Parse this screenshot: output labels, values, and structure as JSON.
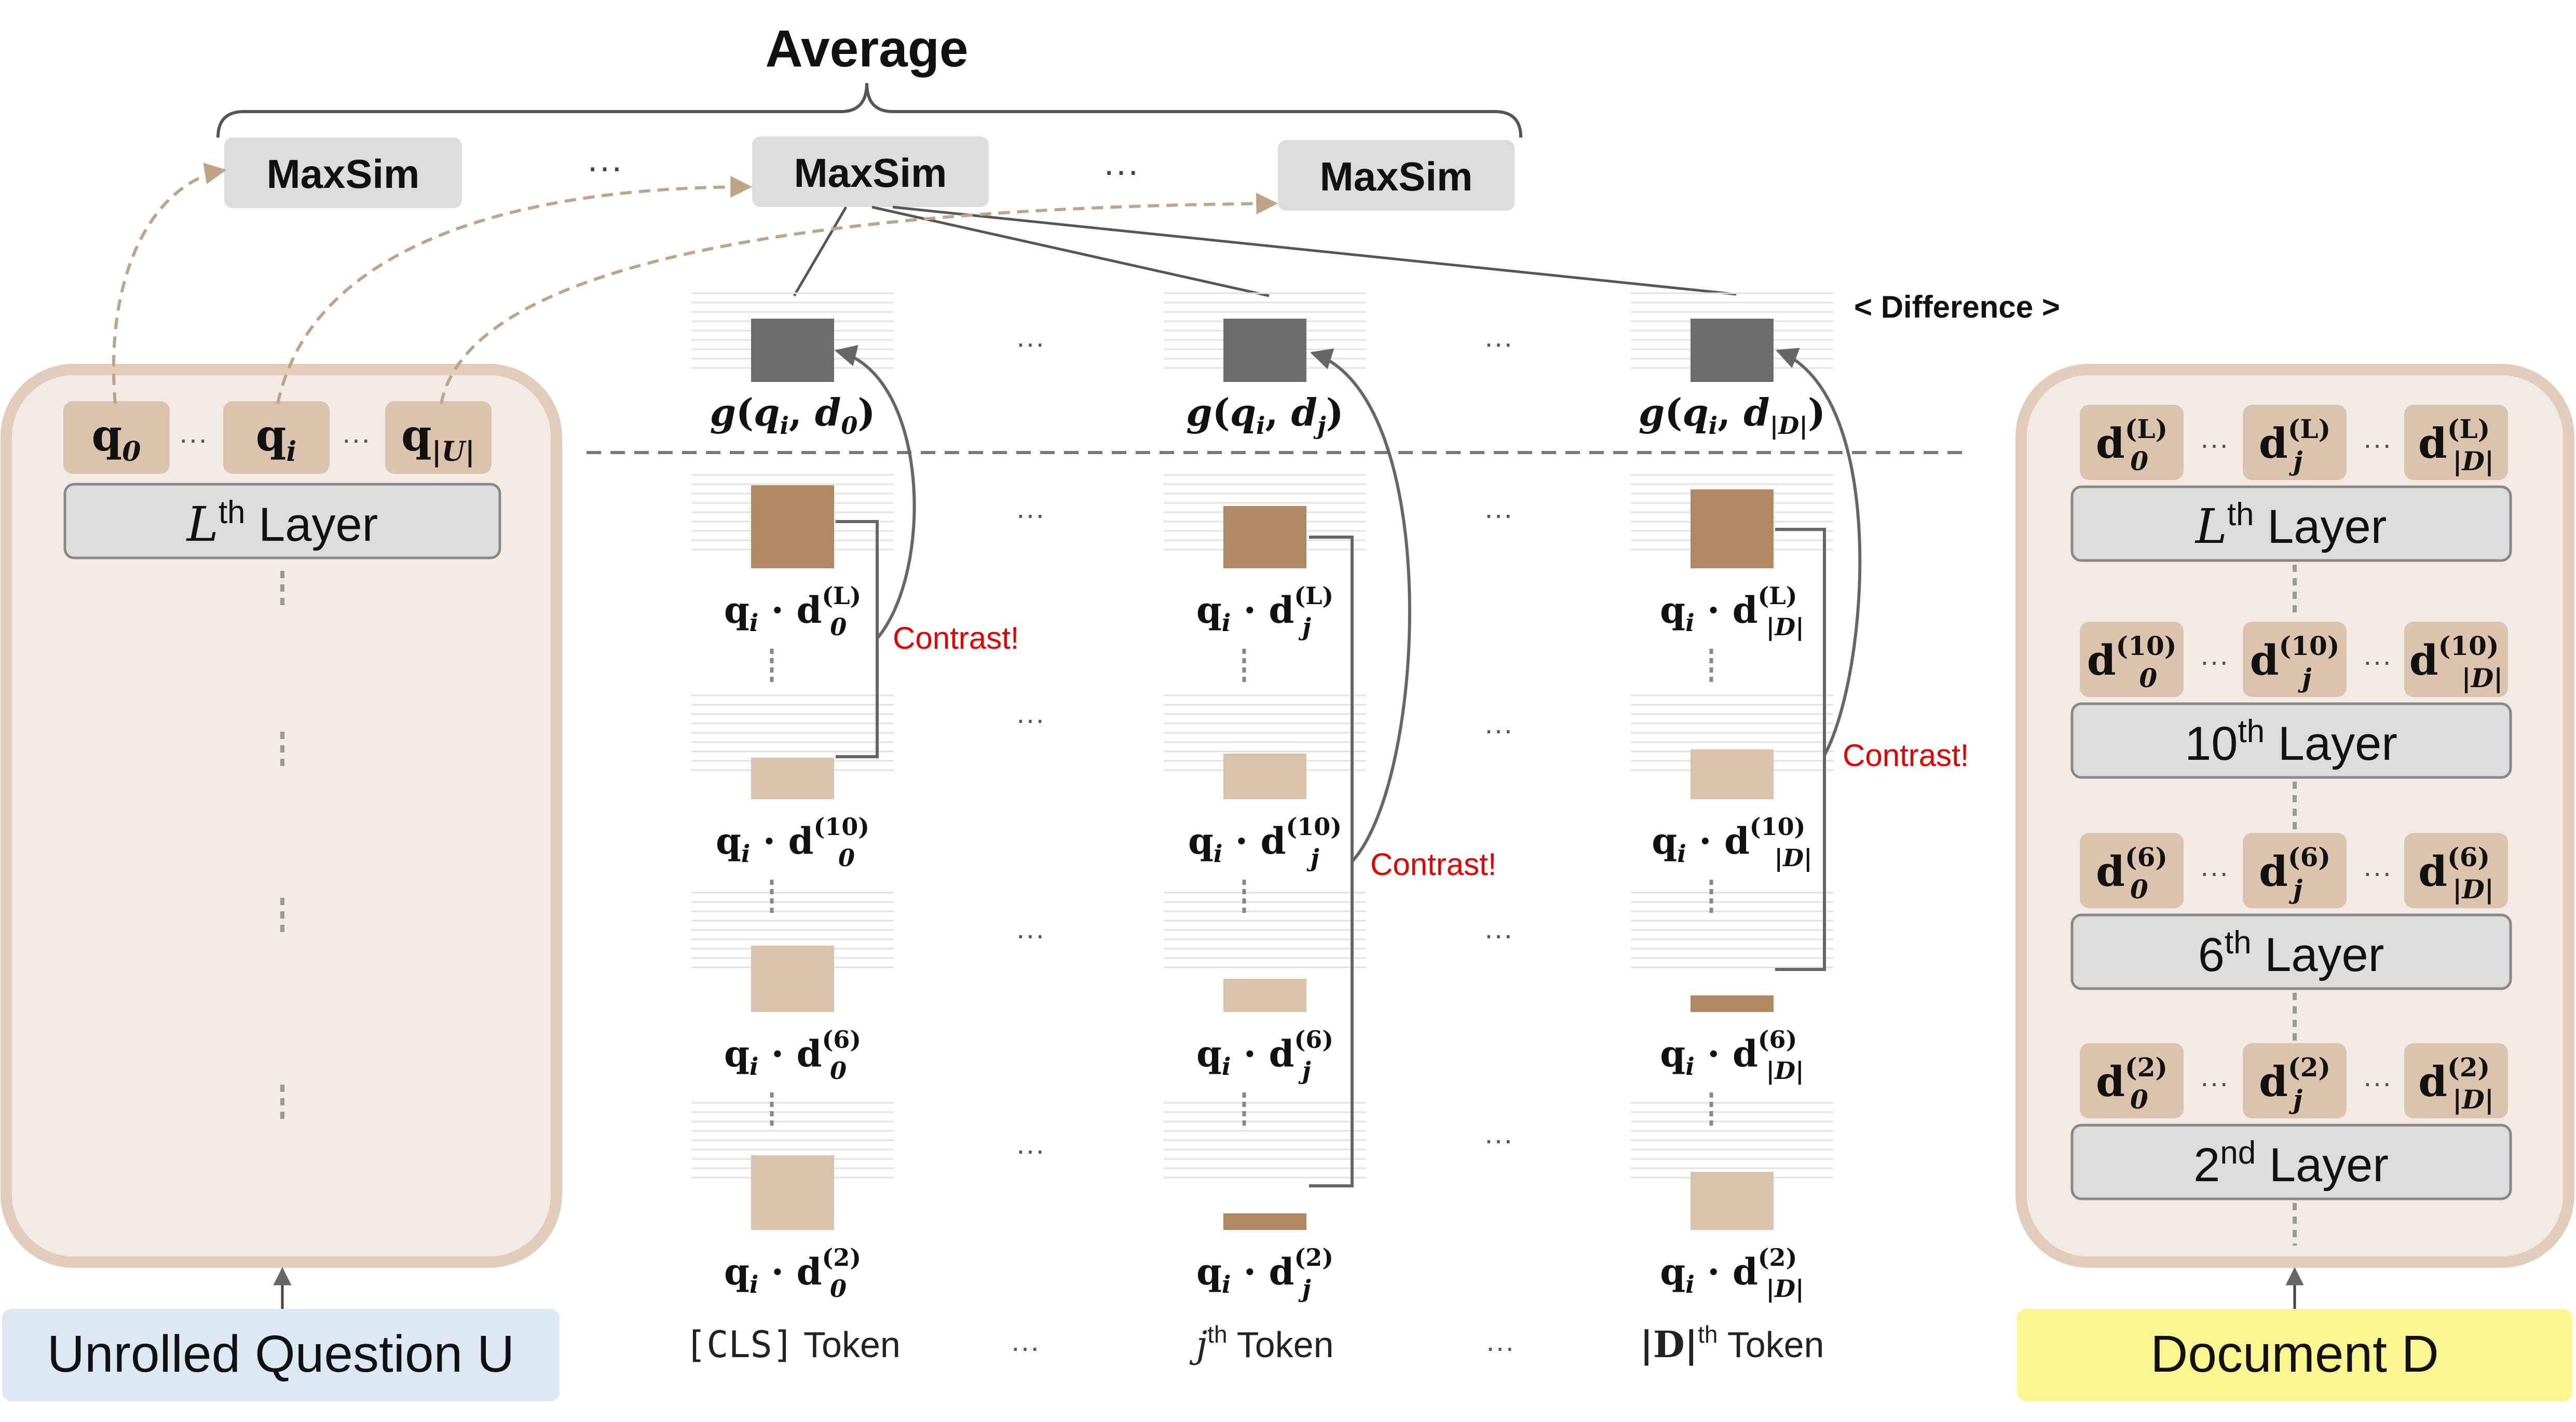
{
  "title": "Average",
  "maxsim_label": "MaxSim",
  "difference_label": "< Difference >",
  "contrast_label": "Contrast!",
  "ellipsis": "···",
  "colors": {
    "panel_fill": "#f2ebe5",
    "panel_border": "#e2cdbd",
    "chip": "#dcc3ad",
    "layer_box": "#dcdcdc",
    "strong_brown": "#b08862",
    "light_brown": "#d9c2ac",
    "gray_block": "#6e6e6e",
    "contrast_red": "#e60000",
    "question_box": "#dce8f4",
    "document_box": "#fbf690",
    "dashed_arrow": "#c0a488"
  },
  "question_panel": {
    "tokens": [
      {
        "base": "q",
        "sub": "0"
      },
      {
        "base": "q",
        "sub": "i"
      },
      {
        "base": "q",
        "sub": "|U|"
      }
    ],
    "layer_label": {
      "prefix": "L",
      "sup": "th",
      "suffix": " Layer"
    },
    "input_label": "Unrolled Question U"
  },
  "document_panel": {
    "layers": [
      {
        "name": {
          "prefix": "L",
          "sup": "th",
          "suffix": " Layer"
        },
        "sup": "(L)"
      },
      {
        "name": {
          "prefix": "10",
          "sup": "th",
          "suffix": " Layer"
        },
        "sup": "(10)"
      },
      {
        "name": {
          "prefix": "6",
          "sup": "th",
          "suffix": " Layer"
        },
        "sup": "(6)"
      },
      {
        "name": {
          "prefix": "2",
          "sup": "nd",
          "suffix": " Layer"
        },
        "sup": "(2)"
      }
    ],
    "token_subs": [
      "0",
      "j",
      "|D|"
    ],
    "input_label": "Document D"
  },
  "token_columns": [
    {
      "footer": {
        "a": "[CLS]",
        "b": " Token"
      },
      "g_label": {
        "f": "g",
        "open": "(",
        "q": "q",
        "qs": "i",
        "sep": ", ",
        "d": "d",
        "ds": "0",
        "close": ")"
      },
      "sim_sub": "0",
      "sims": [
        {
          "sup": "(L)",
          "strength": 1.0
        },
        {
          "sup": "(10)",
          "strength": 0.5
        },
        {
          "sup": "(6)",
          "strength": 0.8
        },
        {
          "sup": "(2)",
          "strength": 0.9
        }
      ]
    },
    {
      "footer": {
        "a": "j",
        "sup": "th",
        "b": " Token"
      },
      "g_label": {
        "f": "g",
        "open": "(",
        "q": "q",
        "qs": "i",
        "sep": ", ",
        "d": "d",
        "ds": "j",
        "close": ")"
      },
      "sim_sub": "j",
      "sims": [
        {
          "sup": "(L)",
          "strength": 0.75
        },
        {
          "sup": "(10)",
          "strength": 0.55
        },
        {
          "sup": "(6)",
          "strength": 0.4
        },
        {
          "sup": "(2)",
          "strength": 0.2
        }
      ]
    },
    {
      "footer": {
        "a": "|D|",
        "sup": "th",
        "b": " Token"
      },
      "g_label": {
        "f": "g",
        "open": "(",
        "q": "q",
        "qs": "i",
        "sep": ", ",
        "d": "d",
        "ds": "|D|",
        "close": ")"
      },
      "sim_sub": "|D|",
      "sims": [
        {
          "sup": "(L)",
          "strength": 0.95
        },
        {
          "sup": "(10)",
          "strength": 0.6
        },
        {
          "sup": "(6)",
          "strength": 0.2
        },
        {
          "sup": "(2)",
          "strength": 0.7
        }
      ]
    }
  ]
}
